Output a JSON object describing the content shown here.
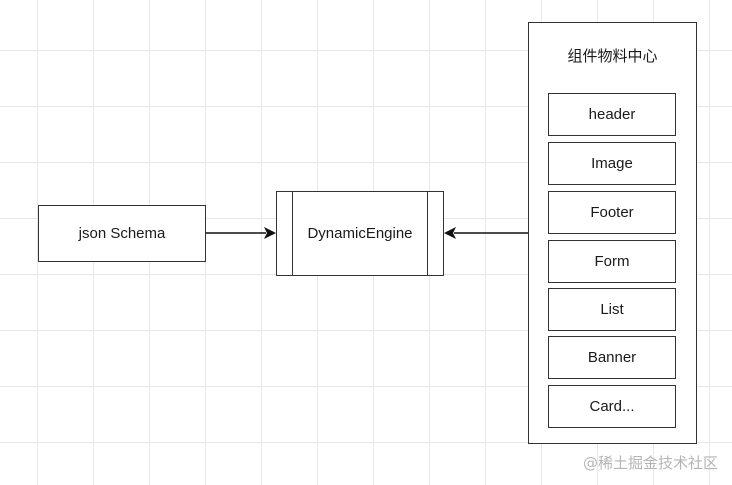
{
  "diagram": {
    "source": {
      "label": "json Schema"
    },
    "engine": {
      "label": "DynamicEngine"
    },
    "component_center": {
      "title": "组件物料中心",
      "items": [
        "header",
        "Image",
        "Footer",
        "Form",
        "List",
        "Banner",
        "Card..."
      ]
    },
    "edges": [
      {
        "from": "json Schema",
        "to": "DynamicEngine"
      },
      {
        "from": "组件物料中心",
        "to": "DynamicEngine"
      }
    ]
  },
  "watermark": "@稀土掘金技术社区",
  "colors": {
    "stroke": "#333333",
    "grid": "#e8e8e8",
    "watermark": "#b5b5b5"
  }
}
